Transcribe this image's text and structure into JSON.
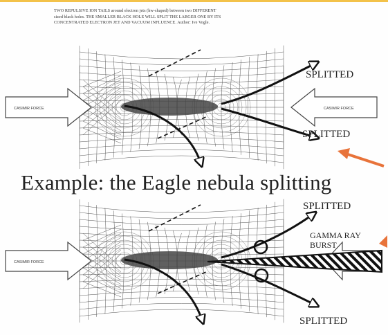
{
  "header": {
    "lines": [
      "TWO REPULSIVE ION TAILS around electron jets (hw-shaped) between two DIFFERENT",
      "sized black holes. THE SMALLER BLACK HOLE WILL SPLIT THE LARGER ONE BY ITS",
      "CONCENTRATED ELECTRON JET AND VACUUM INFLUENCE. Author: Ive Vogle."
    ]
  },
  "top_diagram": {
    "left_arrow_label": "CASIMIR FORCE",
    "right_arrow_label": "CASIMIR FORCE",
    "split_label_upper": "SPLITTED",
    "split_label_lower": "SPLITTED"
  },
  "caption": "Example: the Eagle nebula splitting",
  "bottom_diagram": {
    "left_arrow_label": "CASIMIR FORCE",
    "split_label_upper": "SPLITTED",
    "burst_label_line1": "GAMMA RAY",
    "burst_label_line2": "BURST",
    "split_label_lower": "SPLITTED"
  },
  "colors": {
    "accent_border": "#f3c24a",
    "pointer_arrow": "#e8733a",
    "ink": "#1a1a1a"
  }
}
